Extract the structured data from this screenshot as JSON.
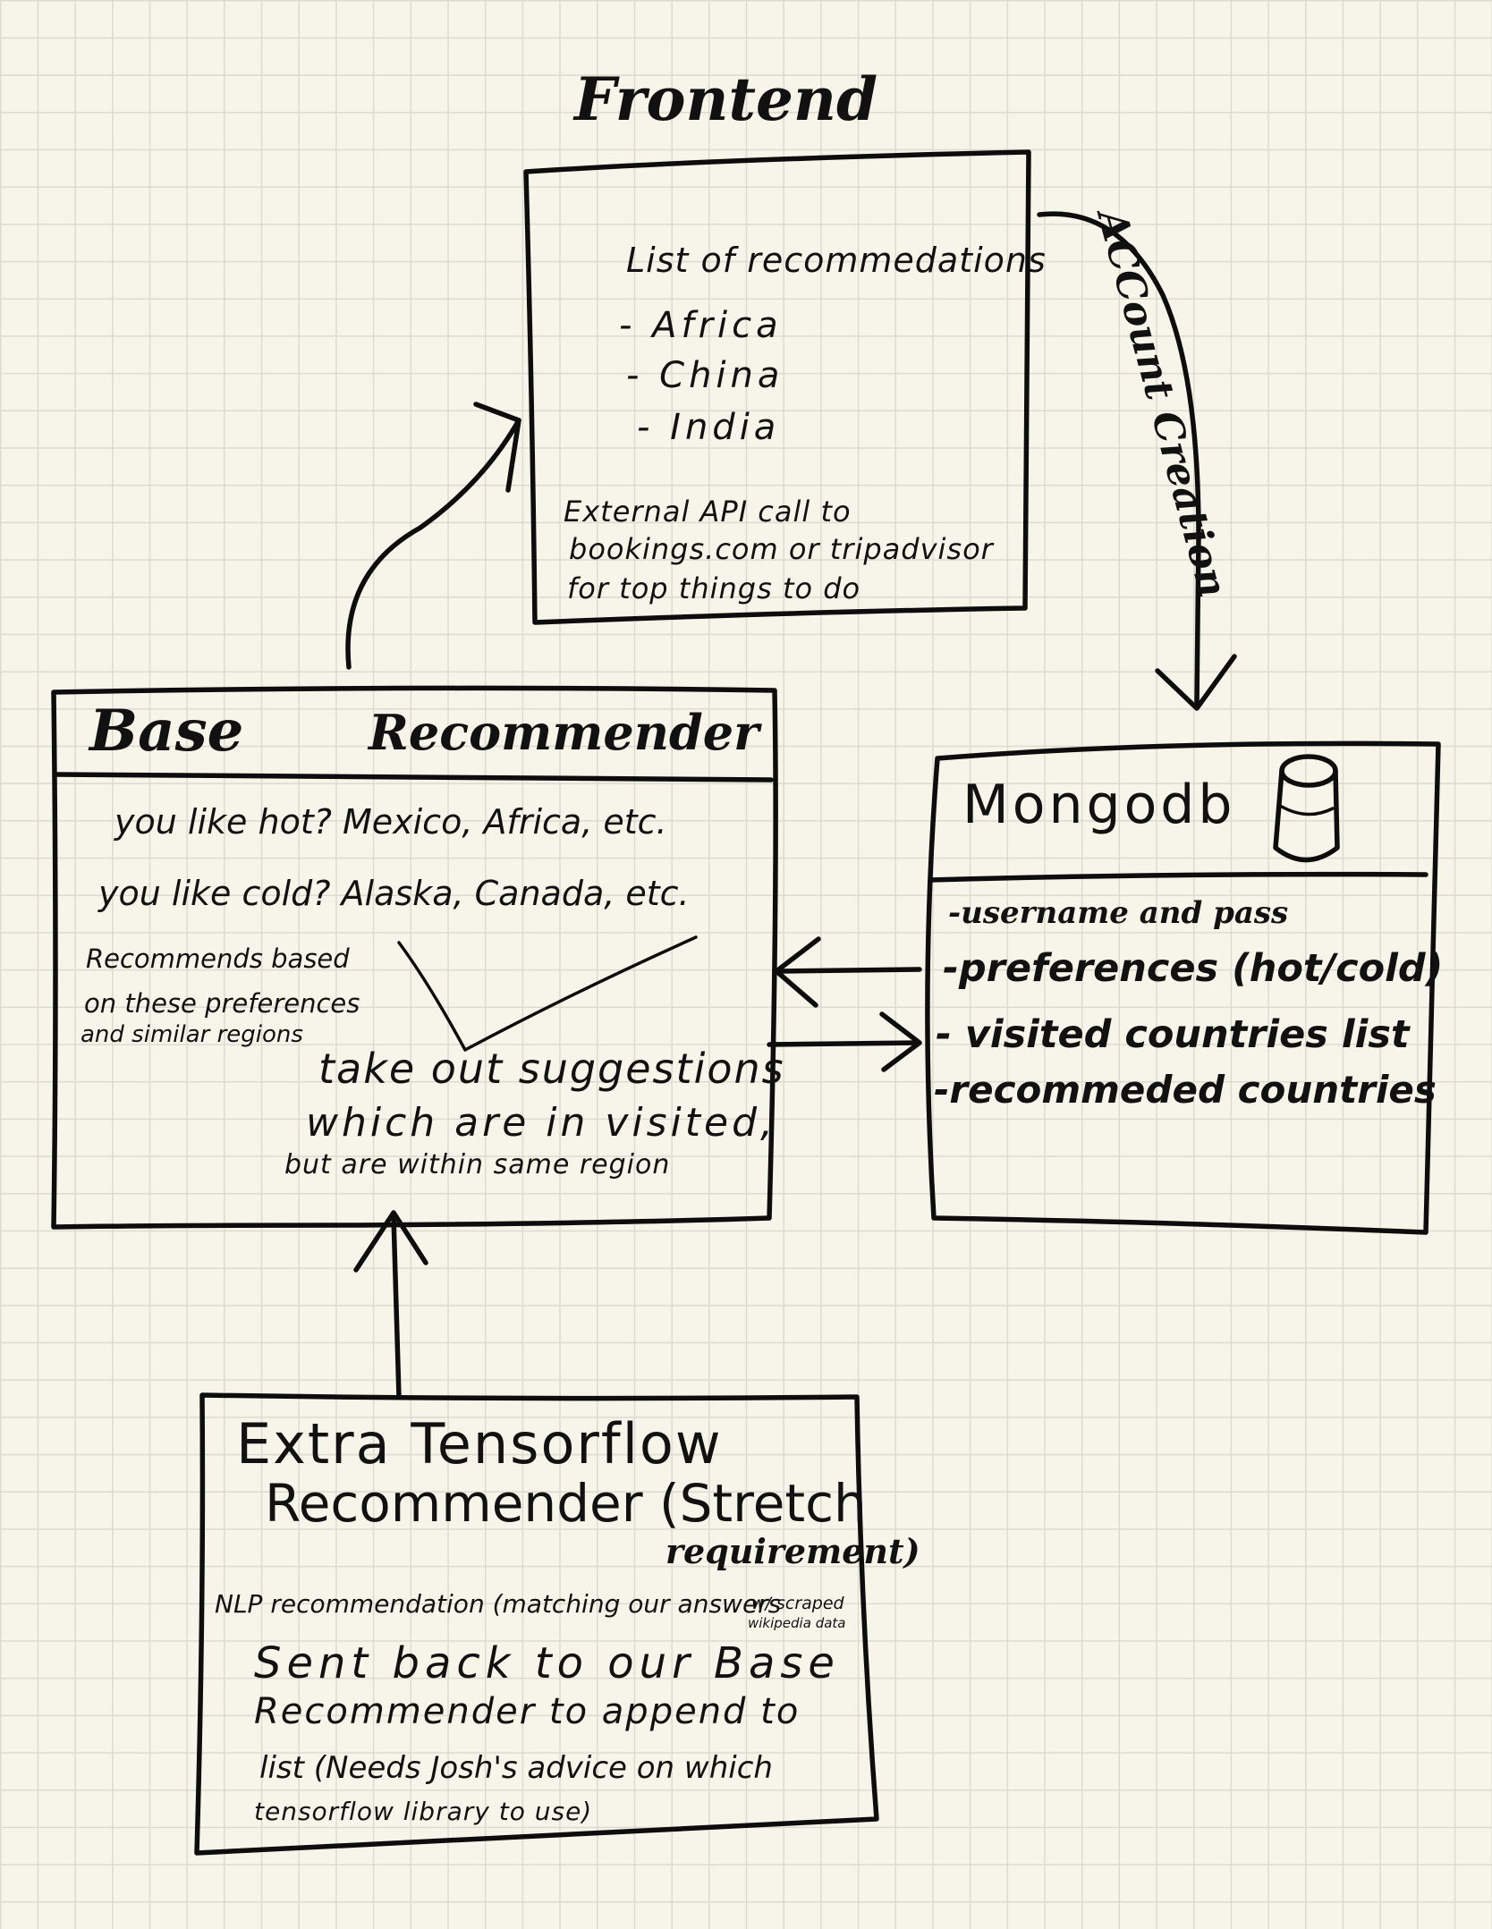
{
  "frontend": {
    "title": "Frontend",
    "list_heading": "List of recommedations",
    "items": [
      "- Africa",
      "- China",
      "- India"
    ],
    "api_note": [
      "External API call to",
      "bookings.com or tripadvisor",
      "for top things to do"
    ]
  },
  "account_creation": {
    "label": "ACCount Creation"
  },
  "mongodb": {
    "title": "Mongodb",
    "fields": [
      "-username and pass",
      "-preferences (hot/cold)",
      "- visited countries list",
      "-recommeded countries"
    ]
  },
  "base_recommender": {
    "title_left": "Base",
    "title_right": "Recommender",
    "hot_line": "you like hot? Mexico, Africa, etc.",
    "cold_line": "you like cold? Alaska, Canada, etc.",
    "recommends_note": [
      "Recommends based",
      "on these preferences",
      "and similar regions"
    ],
    "filter_note": [
      "take out suggestions",
      "which are in visited,",
      "but are within same region"
    ]
  },
  "tensorflow": {
    "title_lines": [
      "Extra Tensorflow",
      "Recommender (Stretch"
    ],
    "title_suffix": "requirement)",
    "nlp_line": "NLP recommendation (matching our answers",
    "nlp_small": "w/ scraped",
    "nlp_small2": "wikipedia data",
    "body_lines": [
      "Sent back to our Base",
      "Recommender to append to",
      "list (Needs Josh's advice on which",
      "tensorflow library to use)"
    ]
  }
}
